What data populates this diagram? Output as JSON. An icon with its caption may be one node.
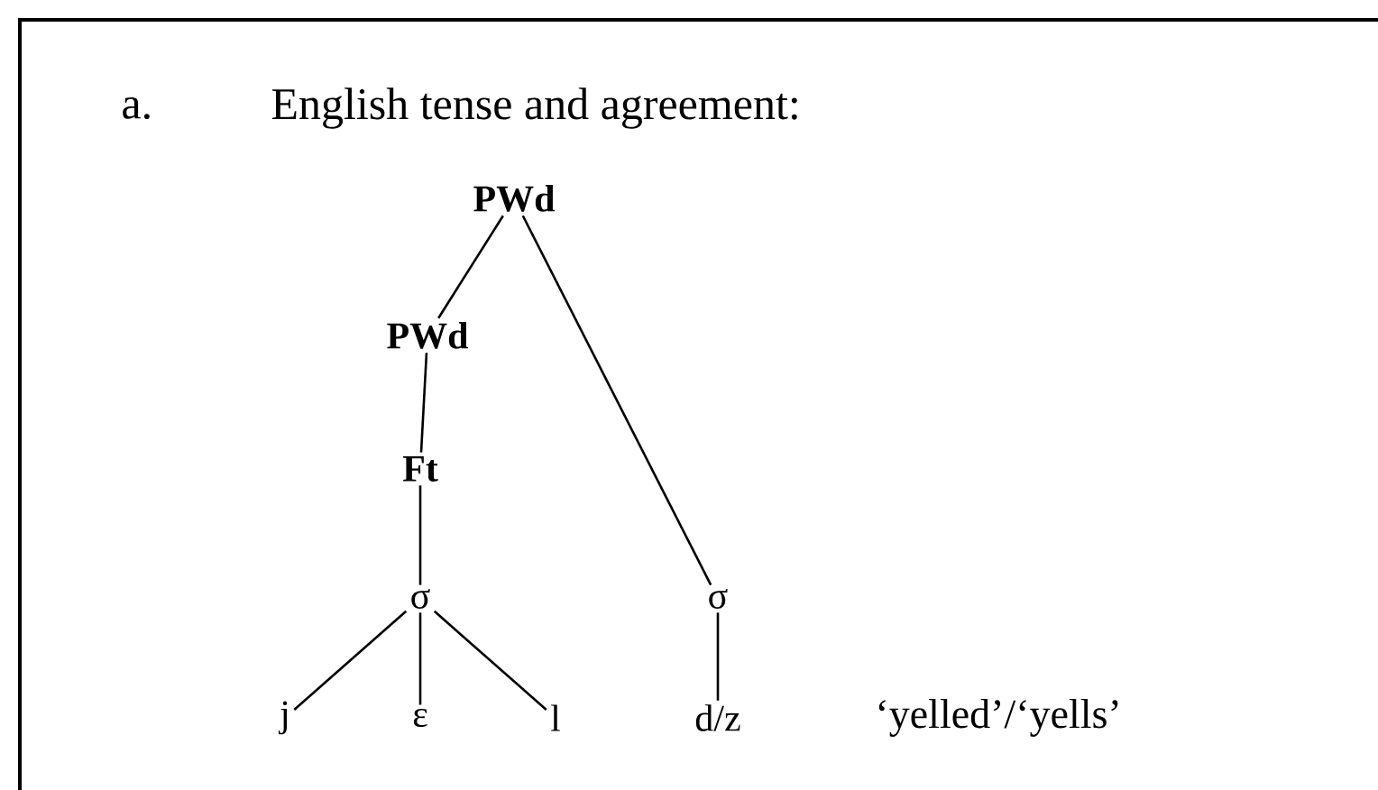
{
  "diagram": {
    "nodes": [
      {
        "text": [
          "PWd"
        ]
      },
      {
        "text": [
          "PWd"
        ]
      },
      {
        "text": [
          "Ft"
        ]
      },
      {
        "text": [
          "σ"
        ]
      },
      {
        "text": [
          "σ"
        ]
      },
      {
        "text": [
          "j"
        ]
      },
      {
        "text": [
          "ε"
        ]
      },
      {
        "text": [
          "l"
        ]
      },
      {
        "text": [
          "d/z"
        ]
      }
    ],
    "edges": [
      {
        "from": 0,
        "to": 1,
        "arrow": "none"
      },
      {
        "from": 0,
        "to": 4,
        "arrow": "none"
      },
      {
        "from": 1,
        "to": 2,
        "arrow": "none"
      },
      {
        "from": 2,
        "to": 3,
        "arrow": "none"
      },
      {
        "from": 3,
        "to": 5,
        "arrow": "none"
      },
      {
        "from": 3,
        "to": 6,
        "arrow": "none"
      },
      {
        "from": 3,
        "to": 7,
        "arrow": "none"
      },
      {
        "from": 4,
        "to": 8,
        "arrow": "none"
      }
    ],
    "labels": [
      "a.",
      "English tense and agreement:",
      "‘yelled’/‘yells’"
    ]
  }
}
